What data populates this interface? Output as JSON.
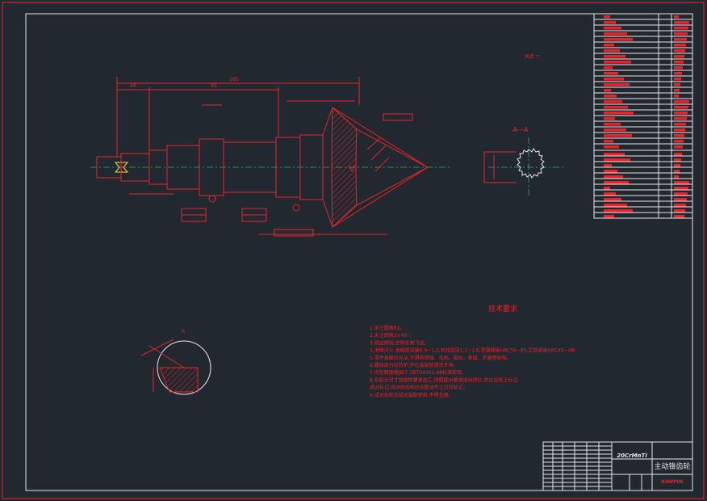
{
  "colors": {
    "background": "#212830",
    "linework": "#e8242a",
    "frame": "#e6e6e6",
    "centerline": "#3ea86a"
  },
  "view_labels": {
    "section_aa": "A—A"
  },
  "dimensions": {
    "overall_length": "285",
    "left_seg": "48",
    "mid_seg": "90"
  },
  "tech_requirements": {
    "title": "技术要求",
    "items": [
      "1.未注圆角R2。",
      "2.未注倒角2×45°。",
      "3.锐边倒钝,去除毛刺飞边。",
      "4.渗碳淬火,渗碳层深度0.9~1.2,有效层深1.2~1.6,表面硬度HRC59~65,芯部硬度HRC40~48;",
      "5.零件表面应光洁,不得有锈蚀、毛刺、裂纹、夹层、折叠等缺陷。",
      "6.螺纹部分应防护,并在装配前清洗干净。",
      "7.齿轮精度按JB/T ZBT04001-88标准检验。",
      "8.各配合尺寸按图样要求加工,按照配对要求成对供应,并在齿轮上标注",
      "   成对标记,成对的齿轮应在配对号上打印标记。",
      "9.成对齿轮应成对装配使用,不得互换。"
    ]
  },
  "title_block": {
    "material": "20CrMnTi",
    "part_name": "主动锥齿轮",
    "drawing_no": "03WP06"
  }
}
